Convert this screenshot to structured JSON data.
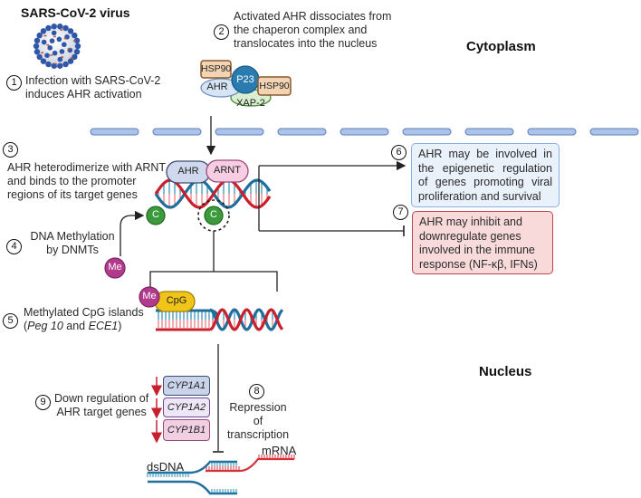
{
  "virus": {
    "title": "SARS-CoV-2 virus",
    "icon": "coronavirus-icon"
  },
  "compartments": {
    "cytoplasm": "Cytoplasm",
    "nucleus": "Nucleus"
  },
  "steps": [
    {
      "num": "1",
      "text_lines": [
        "Infection with SARS-CoV-2",
        "induces AHR activation"
      ]
    },
    {
      "num": "2",
      "text_lines": [
        "Activated AHR dissociates from",
        "the chaperon complex and",
        "translocates into the nucleus"
      ]
    },
    {
      "num": "3",
      "text_lines": [
        "AHR heterodimerize with ARNT",
        "and binds to the promoter",
        "regions of its target genes"
      ]
    },
    {
      "num": "4",
      "text_lines": [
        "DNA Methylation",
        "by DNMTs"
      ]
    },
    {
      "num": "5",
      "text_line1": "Methylated CpG islands",
      "text_line2_parts": [
        "(",
        "Peg 10",
        " and ",
        "ECE1",
        ")"
      ]
    },
    {
      "num": "6",
      "text": "AHR may be involved in the epigenetic regulation of genes promoting viral proliferation and survival"
    },
    {
      "num": "7",
      "text_lines": [
        "AHR may inhibit and",
        "downregulate genes",
        "involved in the immune",
        "response (NF-κβ, IFNs)"
      ]
    },
    {
      "num": "8",
      "text_lines": [
        "Repression of",
        "transcription"
      ]
    },
    {
      "num": "9",
      "text_lines": [
        "Down regulation of",
        "AHR target genes"
      ]
    }
  ],
  "chaperone_complex": {
    "hsp90_a": "HSP90",
    "hsp90_b": "HSP90",
    "ahr": "AHR",
    "p23": "P23",
    "xap2": "XAP-2"
  },
  "dimer": {
    "ahr": "AHR",
    "arnt": "ARNT"
  },
  "cytosine": {
    "label": "C"
  },
  "methyl": {
    "label": "Me"
  },
  "cpg": {
    "label": "CpG"
  },
  "genes": [
    "CYP1A1",
    "CYP1A2",
    "CYP1B1"
  ],
  "transcription": {
    "dsdna": "dsDNA",
    "mrna": "mRNA"
  },
  "colors": {
    "membrane": "#a9c3ea",
    "dna_red": "#c8202c",
    "dna_blue": "#1f6e9c",
    "hsp90": "#f2d3b3",
    "p23": "#2a7bb0",
    "ahr": "#d6e4f5",
    "arnt": "#f6cde3",
    "xap2": "#d9efd0",
    "cytosine": "#3b9a3b",
    "methyl": "#b23a8c",
    "cpg": "#f0c419",
    "box6_bg": "#e9f1fb",
    "box7_bg": "#f8dada",
    "gene1": "#c9d3ea",
    "gene2": "#ece6f6",
    "gene3": "#f1cfe3"
  }
}
